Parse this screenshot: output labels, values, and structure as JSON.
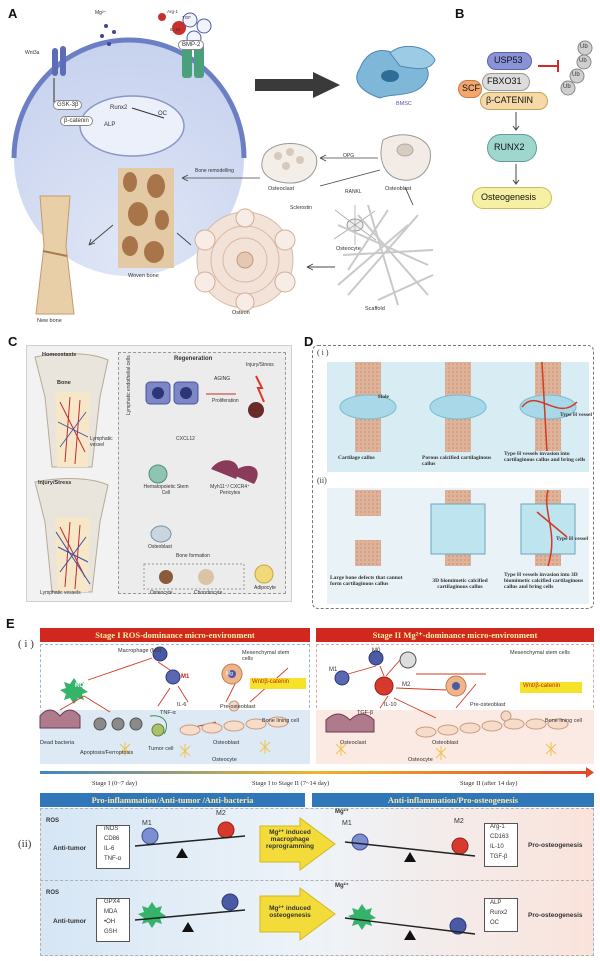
{
  "panelA": {
    "letter": "A",
    "ions": {
      "mg": "Mg²⁺"
    },
    "receptors": [
      "Wnt3a",
      "GSK-3β",
      "β-catenin",
      "Runx2",
      "ALP",
      "OC"
    ],
    "factors": [
      "Arg-1",
      "TGF",
      "IL-10",
      "BMP-2"
    ],
    "cells": {
      "bmsc": "BMSC",
      "osteoclast": "Osteoclast",
      "osteoblast": "Osteoblast",
      "osteocyte": "Osteocyte",
      "osteon": "Osteon",
      "scaffold": "Scaffold",
      "woven": "Woven bone",
      "newbone": "New bone"
    },
    "signals": {
      "opg": "OPG",
      "rankl": "RANKL",
      "sclerostin": "Sclerostin",
      "remodel": "Bone remodelling"
    }
  },
  "panelB": {
    "letter": "B",
    "usp": "USP53",
    "scf": "SCF",
    "fbxo": "FBXO31",
    "bcat": "β-CATENIN",
    "ub": "Ub",
    "runx": "RUNX2",
    "osteo": "Osteogenesis"
  },
  "panelC": {
    "letter": "C",
    "homeostasis": "Homeostasis",
    "bone": "Bone",
    "lymph": "Lymphatic vessel",
    "injury": "Injury/Stress",
    "lymphUp": "Lymphatic vessels",
    "regeneration": "Regeneration",
    "aging": "AGING",
    "injury2": "Injury/Stress",
    "prolif": "Proliferation",
    "lec": "Lymphatic endothelial cells",
    "cxcl": "CXCL12",
    "hsc": "Hematopoietic Stem Cell",
    "myh": "Myh11⁺/ CXCR4⁺ Pericytes",
    "osteoblast": "Osteoblast",
    "boneform": "Bone formation",
    "osteocyte": "Osteocyte",
    "chondro": "Chondrocyte",
    "adipo": "Adipocyte"
  },
  "panelD": {
    "letter": "D",
    "i": "( i )",
    "ii": "(ii)",
    "hole": "Hole",
    "typeH": "Type H vessel",
    "row1": [
      "Cartilage callus",
      "Porous calcified cartilaginous callus",
      "Type H vessels invasion into cartilaginous callus and bring cells"
    ],
    "row2": [
      "Large bone defects that cannot form cartilaginous callus",
      "3D biomimetic calcified cartilaginous callus",
      "Type H vessels invasion into 3D biomimetic calcified cartilaginous callus and bring cells"
    ]
  },
  "panelE": {
    "letter": "E",
    "i": "( i )",
    "ii": "(ii)",
    "stage1Banner": "Stage I ROS-dominance micro-environment",
    "stage2Banner": "Stage II Mg²⁺-dominance micro-environment",
    "left": {
      "m0": "Macrophage (M0)",
      "ros": "ROS",
      "m1": "M1",
      "il6": "IL-6",
      "tnf": "TNF-α",
      "msc": "Mesenchymal stem cells",
      "mg": "Mg",
      "wnt": "Wnt/β-catenin",
      "preob": "Pre-osteoblast",
      "dead": "Dead bacteria",
      "apop": "Apoptosis/Ferroptosis",
      "tumor": "Tumor cell",
      "liningCell": "Bone lining cell",
      "ob": "Osteoblast",
      "ocy": "Osteocyte"
    },
    "right": {
      "m0": "M0",
      "m1": "M1",
      "m2": "M2",
      "il10": "IL-10",
      "tgf": "TGF-β",
      "msc": "Mesenchymal stem cells",
      "wnt": "Wnt/β-catenin",
      "preob": "Pre-osteoblast",
      "liningCell": "Bone lining cell",
      "oc": "Osteoclast",
      "ob": "Osteoblast",
      "ocy": "Osteocyte"
    },
    "timeline": [
      "Stage I (0~7 day)",
      "Stage I to Stage II (7~14 day)",
      "Stage II (after 14 day)"
    ],
    "ii_left_banner": "Pro-inflammation/Anti-tumor /Anti-bacteria",
    "ii_right_banner": "Anti-inflammation/Pro-osteogenesis",
    "row1": {
      "ros": "ROS",
      "markers": [
        "iNOS",
        "CD86",
        "IL-6",
        "TNF-α"
      ],
      "antitumor": "Anti-tumor",
      "m1": "M1",
      "m2": "M2",
      "arrowText": "Mg²⁺ induced macrophage reprogramming",
      "mg": "Mg²⁺",
      "m1b": "M1",
      "m2b": "M2",
      "markers2": [
        "Arg-1",
        "CD163",
        "IL-10",
        "TGF-β"
      ],
      "proosteo": "Pro-osteogenesis"
    },
    "row2": {
      "ros": "ROS",
      "markers": [
        "GPX4",
        "MDA",
        "•OH",
        "GSH"
      ],
      "antitumor": "Anti-tumor",
      "arrowText": "Mg²⁺ induced osteogenesis",
      "mg": "Mg²⁺",
      "markers2": [
        "ALP",
        "Runx2",
        "OC"
      ],
      "proosteo": "Pro-osteogenesis"
    }
  }
}
